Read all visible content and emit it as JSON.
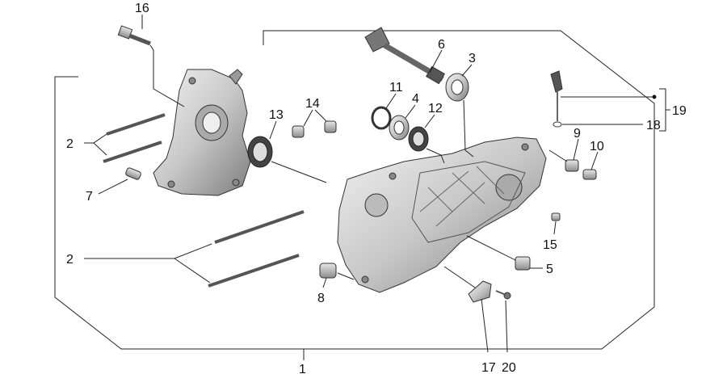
{
  "callouts": [
    {
      "id": "1",
      "text": "1"
    },
    {
      "id": "2a",
      "text": "2"
    },
    {
      "id": "2b",
      "text": "2"
    },
    {
      "id": "3",
      "text": "3"
    },
    {
      "id": "4",
      "text": "4"
    },
    {
      "id": "5",
      "text": "5"
    },
    {
      "id": "6",
      "text": "6"
    },
    {
      "id": "7",
      "text": "7"
    },
    {
      "id": "8",
      "text": "8"
    },
    {
      "id": "9",
      "text": "9"
    },
    {
      "id": "10",
      "text": "10"
    },
    {
      "id": "11",
      "text": "11"
    },
    {
      "id": "12",
      "text": "12"
    },
    {
      "id": "13",
      "text": "13"
    },
    {
      "id": "14",
      "text": "14"
    },
    {
      "id": "15",
      "text": "15"
    },
    {
      "id": "16",
      "text": "16"
    },
    {
      "id": "17",
      "text": "17"
    },
    {
      "id": "18",
      "text": "18"
    },
    {
      "id": "19",
      "text": "19"
    },
    {
      "id": "20",
      "text": "20"
    }
  ],
  "colors": {
    "line": "#222222",
    "part_fill": "#d9d9d9",
    "part_dark": "#8a8a8a",
    "background": "#ffffff"
  }
}
